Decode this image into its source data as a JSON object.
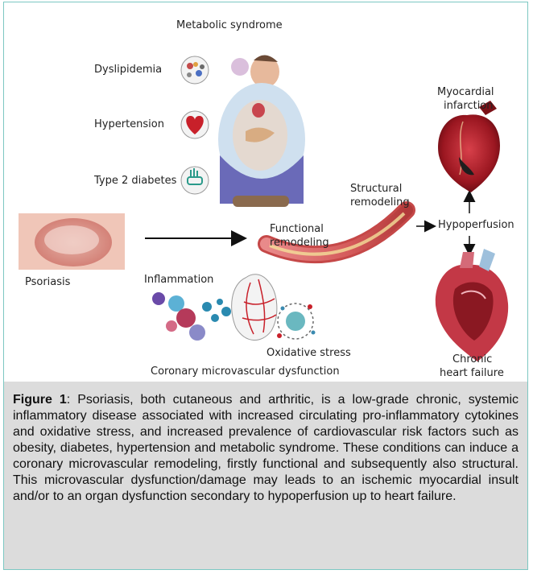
{
  "figure": {
    "labels": {
      "metabolic_syndrome": "Metabolic syndrome",
      "dyslipidemia": "Dyslipidemia",
      "hypertension": "Hypertension",
      "type2_diabetes": "Type 2 diabetes",
      "psoriasis": "Psoriasis",
      "functional_remodeling_1": "Functional",
      "functional_remodeling_2": "remodeling",
      "structural_remodeling_1": "Structural",
      "structural_remodeling_2": "remodeling",
      "myocardial_infarction_1": "Myocardial",
      "myocardial_infarction_2": "infarction",
      "hypoperfusion": "Hypoperfusion",
      "inflammation": "Inflammation",
      "oxidative_stress": "Oxidative stress",
      "coronary_microvascular_dysfunction": "Coronary microvascular dysfunction",
      "chronic_heart_failure_1": "Chronic",
      "chronic_heart_failure_2": "heart failure"
    },
    "icons": [
      "lipid-icon",
      "heart-icon",
      "insulin-pen-icon",
      "obese-person-illustration",
      "psoriasis-skin-image",
      "artery-illustration",
      "infarcted-heart-image",
      "heart-illustration",
      "inflammation-cells-illustration",
      "coronary-vessels-illustration",
      "oxidative-stress-cell-illustration"
    ],
    "colors": {
      "frame": "#7cc7c2",
      "caption_bg": "#dcdcdc",
      "heart_red": "#b3202a"
    }
  },
  "caption": {
    "label": "Figure 1",
    "text": ": Psoriasis, both cutaneous and arthritic, is a low-grade chronic, systemic inflammatory disease associated with increased circulating pro-inflammatory cytokines and oxidative stress, and increased prevalence of cardiovascular risk factors such as obesity, diabetes, hypertension and metabolic syndrome. These conditions can induce a coronary microvascular remodeling, firstly functional and subsequently also structural. This microvascular dysfunction/damage may leads to an ischemic myocardial insult and/or to an organ dysfunction secondary to hypoperfusion up to heart failure."
  }
}
